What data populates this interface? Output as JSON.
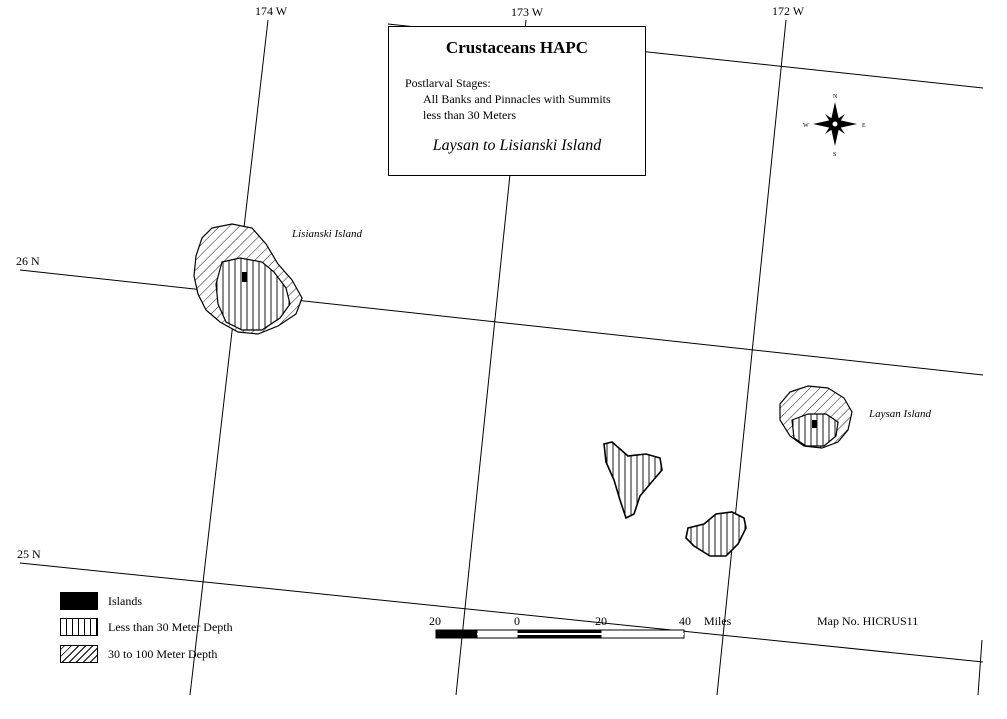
{
  "title": "Crustaceans HAPC",
  "subtitle_line1": "Postlarval Stages:",
  "subtitle_line2": "All Banks and Pinnacles with Summits",
  "subtitle_line3": "less than 30 Meters",
  "region": "Laysan to Lisianski Island",
  "graticule": {
    "lon_labels": [
      "174 W",
      "173 W",
      "172 W"
    ],
    "lat_labels": [
      "26 N",
      "25 N"
    ]
  },
  "places": {
    "lisianski": "Lisianski Island",
    "laysan": "Laysan Island"
  },
  "compass": {
    "n": "N",
    "s": "S",
    "e": "E",
    "w": "W"
  },
  "legend": [
    {
      "label": "Islands",
      "pattern": "solid"
    },
    {
      "label": "Less than 30 Meter Depth",
      "pattern": "vertical-lines"
    },
    {
      "label": "30 to 100 Meter Depth",
      "pattern": "diagonal-lines"
    }
  ],
  "scale": {
    "ticks": [
      "20",
      "0",
      "20",
      "40"
    ],
    "unit": "Miles"
  },
  "map_number": "Map No. HICRUS11"
}
